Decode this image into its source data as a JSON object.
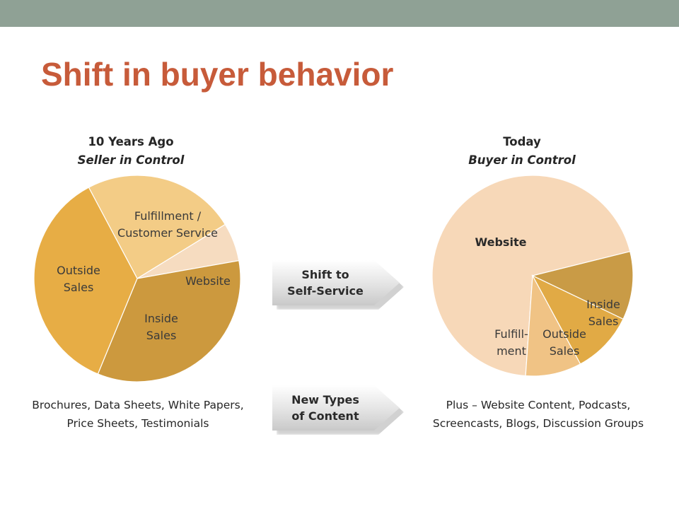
{
  "slide": {
    "title": "Shift in buyer behavior"
  },
  "colors": {
    "top_bar": "#8fa195",
    "title": "#c75b3a"
  },
  "arrows": {
    "shift": [
      "Shift to",
      "Self-Service"
    ],
    "content": [
      "New Types",
      "of Content"
    ]
  },
  "captions": {
    "left": [
      "Brochures, Data Sheets, White Papers,",
      "Price Sheets, Testimonials"
    ],
    "right": [
      "Plus – Website Content, Podcasts,",
      "Screencasts, Blogs, Discussion Groups"
    ]
  },
  "chart_data": [
    {
      "type": "pie",
      "title": "10 Years Ago",
      "subtitle": "Seller in Control",
      "categories": [
        "Fulfillment / Customer Service",
        "Website",
        "Inside Sales",
        "Outside Sales"
      ],
      "slice_labels": [
        [
          "Fulfillment /",
          "Customer Service"
        ],
        [
          "Website"
        ],
        [
          "Inside",
          "Sales"
        ],
        [
          "Outside",
          "Sales"
        ]
      ],
      "values": [
        24,
        6,
        34,
        36
      ],
      "colors": [
        "#f3cc86",
        "#f6dcc0",
        "#cc993e",
        "#e7ad45"
      ]
    },
    {
      "type": "pie",
      "title": "Today",
      "subtitle": "Buyer in Control",
      "categories": [
        "Website",
        "Inside Sales",
        "Outside Sales",
        "Fulfillment"
      ],
      "slice_labels": [
        [
          "Website"
        ],
        [
          "Inside",
          "Sales"
        ],
        [
          "Outside",
          "Sales"
        ],
        [
          "Fulfill-",
          "ment"
        ]
      ],
      "values": [
        70,
        11,
        10,
        9
      ],
      "colors": [
        "#f7d8b8",
        "#c99b46",
        "#e1aa45",
        "#f0c385"
      ]
    }
  ]
}
